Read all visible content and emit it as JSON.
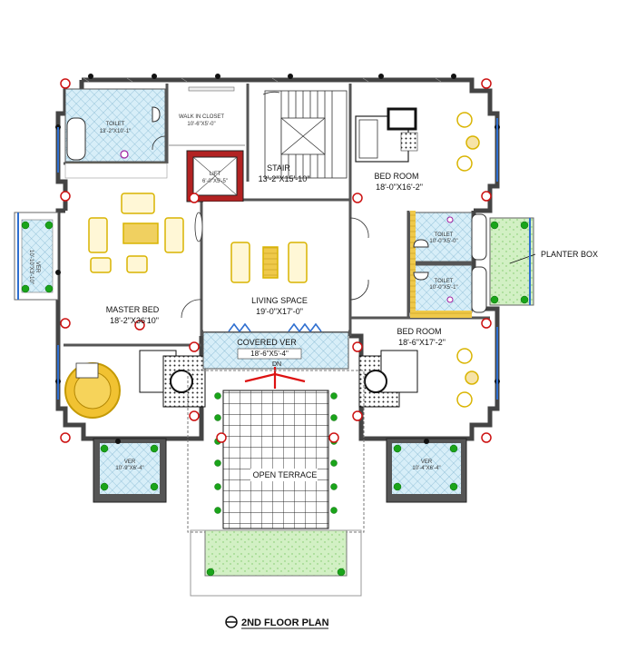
{
  "rooms": {
    "toilet_master": {
      "name": "TOILET",
      "dim": "13'-2\"X10'-1\""
    },
    "walk_in_closet": {
      "name": "WALK IN CLOSET",
      "dim": "10'-6\"X5'-0\""
    },
    "lift": {
      "name": "LIFT",
      "dim": "6'-0\"X5'-5\""
    },
    "stair": {
      "name": "STAIR",
      "dim": "13'-2\"X15'-10\""
    },
    "bed_room_1": {
      "name": "BED ROOM",
      "dim": "18'-0\"X16'-2\""
    },
    "toilet_1": {
      "name": "TOILET",
      "dim": "10'-0\"X5'-0\""
    },
    "toilet_2": {
      "name": "TOILET",
      "dim": "10'-0\"X5'-1\""
    },
    "master_bed": {
      "name": "MASTER BED",
      "dim": "18'-2\"X36'10\""
    },
    "living_space": {
      "name": "LIVING SPACE",
      "dim": "19'-0\"X17'-0\""
    },
    "bed_room_2": {
      "name": "BED ROOM",
      "dim": "18'-6\"X17'-2\""
    },
    "covered_ver": {
      "name": "COVERED VER",
      "dim": "18'-6\"X5'-4\""
    },
    "dn": "DN",
    "open_terrace": {
      "name": "OPEN TERRACE"
    },
    "ver_left": {
      "name": "VER",
      "dim": "10'-10\"X3'-10\""
    },
    "ver_bottom_left": {
      "name": "VER",
      "dim": "10'-9\"X6'-4\""
    },
    "ver_bottom_right": {
      "name": "VER",
      "dim": "10'-4\"X6'-4\""
    }
  },
  "annotations": {
    "planter_box": "PLANTER BOX"
  },
  "title": "2ND FLOOR PLAN",
  "colors": {
    "wall": "#555555",
    "toilet_tile": "#cfe8f3",
    "furniture": "#d9b400",
    "planter": "#cdeec0",
    "planter_dot": "#1aa41a",
    "column_red": "#cc1111",
    "lift_fill": "#b22222",
    "window_blue": "#2f6fd0",
    "arrow_red": "#dd1111"
  }
}
